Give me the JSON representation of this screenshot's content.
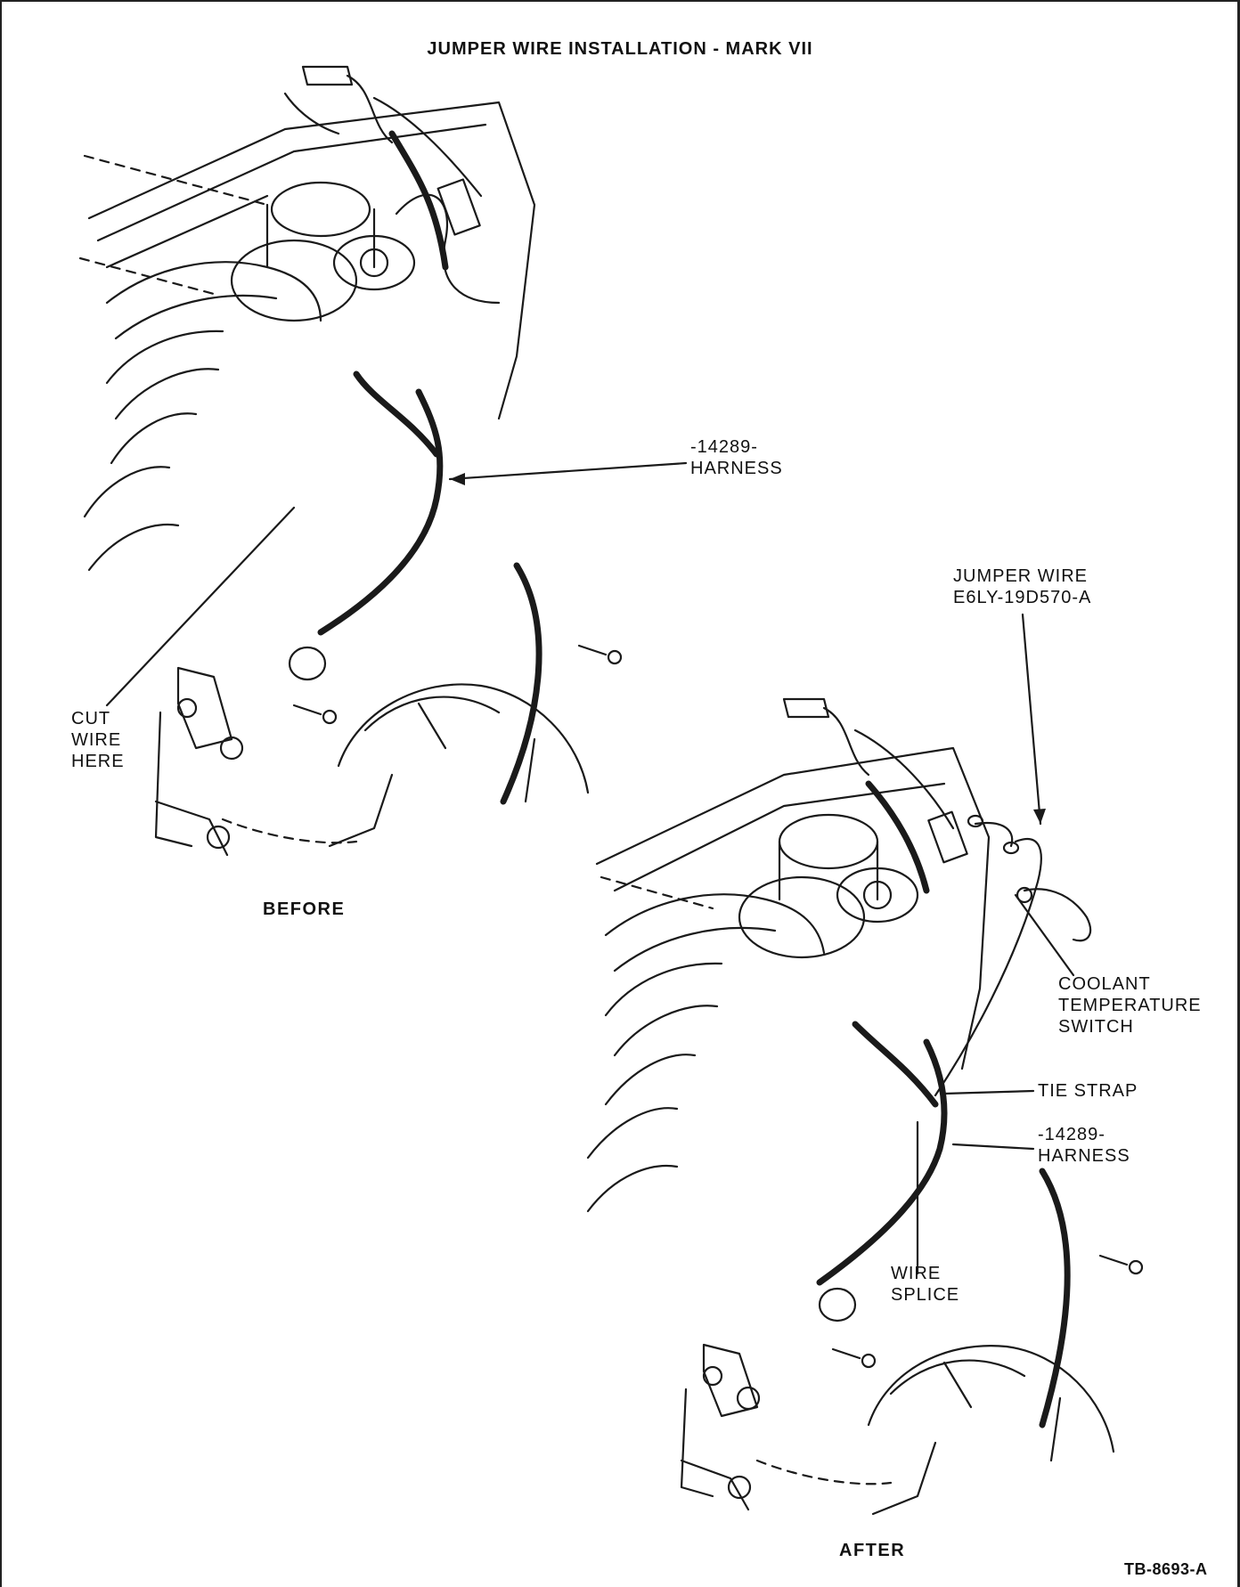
{
  "title": "JUMPER WIRE INSTALLATION - MARK VII",
  "before_view": {
    "caption": "BEFORE",
    "labels": {
      "harness": [
        "-14289-",
        "HARNESS"
      ],
      "cut_wire": [
        "CUT",
        "WIRE",
        "HERE"
      ]
    }
  },
  "after_view": {
    "caption": "AFTER",
    "labels": {
      "jumper_wire": [
        "JUMPER WIRE",
        "E6LY-19D570-A"
      ],
      "coolant_switch": [
        "COOLANT",
        "TEMPERATURE",
        "SWITCH"
      ],
      "tie_strap": [
        "TIE STRAP"
      ],
      "harness": [
        "-14289-",
        "HARNESS"
      ],
      "wire_splice": [
        "WIRE",
        "SPLICE"
      ]
    }
  },
  "figure_id": "TB-8693-A"
}
